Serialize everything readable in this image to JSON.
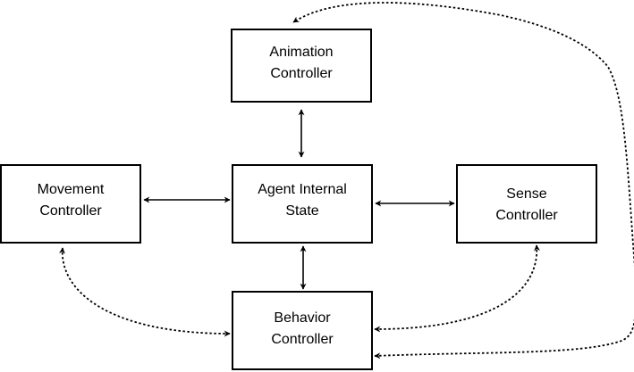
{
  "nodes": {
    "animation": {
      "line1": "Animation",
      "line2": "Controller"
    },
    "agent": {
      "line1": "Agent Internal",
      "line2": "State"
    },
    "movement": {
      "line1": "Movement",
      "line2": "Controller"
    },
    "sense": {
      "line1": "Sense",
      "line2": "Controller"
    },
    "behavior": {
      "line1": "Behavior",
      "line2": "Controller"
    }
  },
  "connections": [
    {
      "from": "animation",
      "to": "agent",
      "style": "solid",
      "direction": "both"
    },
    {
      "from": "movement",
      "to": "agent",
      "style": "solid",
      "direction": "both"
    },
    {
      "from": "agent",
      "to": "sense",
      "style": "solid",
      "direction": "both"
    },
    {
      "from": "agent",
      "to": "behavior",
      "style": "solid",
      "direction": "both"
    },
    {
      "from": "movement",
      "to": "behavior",
      "style": "dotted",
      "direction": "both"
    },
    {
      "from": "sense",
      "to": "behavior",
      "style": "dotted",
      "direction": "both"
    },
    {
      "from": "behavior",
      "to": "animation",
      "style": "dotted",
      "direction": "both"
    }
  ]
}
